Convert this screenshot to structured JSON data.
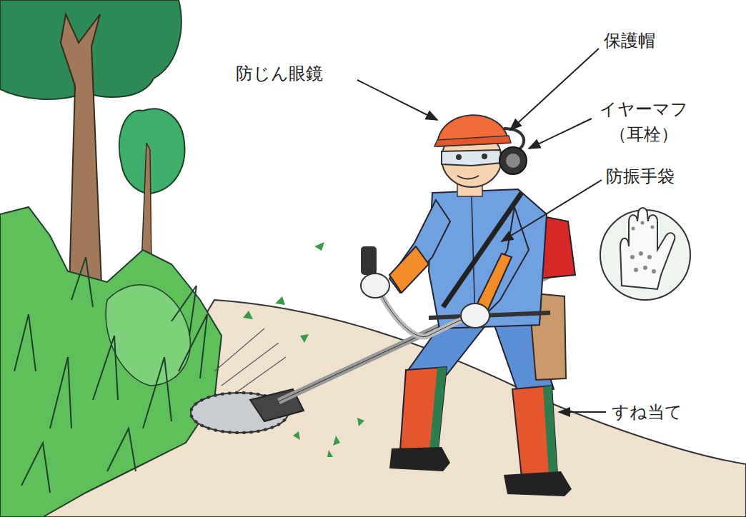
{
  "diagram": {
    "labels": [
      "保護帽",
      "防じん眼鏡",
      "イヤーマフ （耳栓）",
      "防振手袋",
      "すね当て"
    ]
  }
}
